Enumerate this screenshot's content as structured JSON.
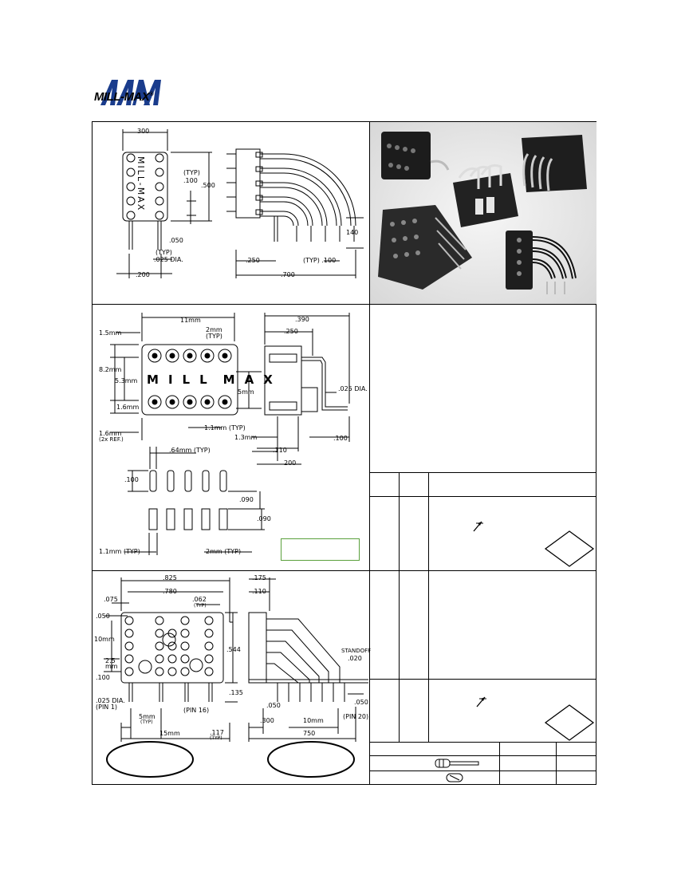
{
  "logo": {
    "wordmark": "MILL-MAX",
    "trademark": "®"
  },
  "panel_1_drawing": {
    "labels": [
      "300",
      "(TYP)",
      ".100",
      ".500",
      ".050",
      "(TYP)",
      ".025 DIA.",
      ".200",
      "MILL-MAX",
      "140",
      ".250",
      "(TYP) .100",
      ".700"
    ]
  },
  "panel_2_drawing": {
    "labels": [
      "11mm",
      "1.5mm",
      "2mm",
      "(TYP)",
      "8.2mm",
      "5.3mm",
      "1.6mm",
      "1.6mm",
      "(2x REF.)",
      "1.1mm (TYP)",
      ".390",
      ".250",
      "5mm",
      ".025 DIA.",
      "1.3mm",
      ".110",
      ".100",
      "200",
      ".64mm (TYP)",
      ".100",
      ".090",
      ".090",
      "1.1mm (TYP)",
      "2mm (TYP)"
    ],
    "body_markings": [
      "M",
      "I",
      "L",
      "L",
      "M",
      "A",
      "X"
    ]
  },
  "panel_3_drawing": {
    "labels": [
      ".825",
      ".780",
      ".075",
      ".062",
      "(TYP)",
      ".050",
      ".175",
      ".110",
      "10mm",
      ".544",
      "2.5",
      "mm",
      ".100",
      "STANDOFF",
      ".020",
      ".135",
      ".025 DIA.",
      "(PIN 1)",
      "(PIN 16)",
      "5mm",
      "(TYP)",
      ".050",
      ".050",
      "(PIN 20)",
      ".300",
      "10mm",
      "15mm",
      ".117",
      "(TYP)",
      "750"
    ]
  },
  "colors": {
    "accent_box": "#5aa03c",
    "logo": "#1a3c8c",
    "ink": "#000000"
  }
}
